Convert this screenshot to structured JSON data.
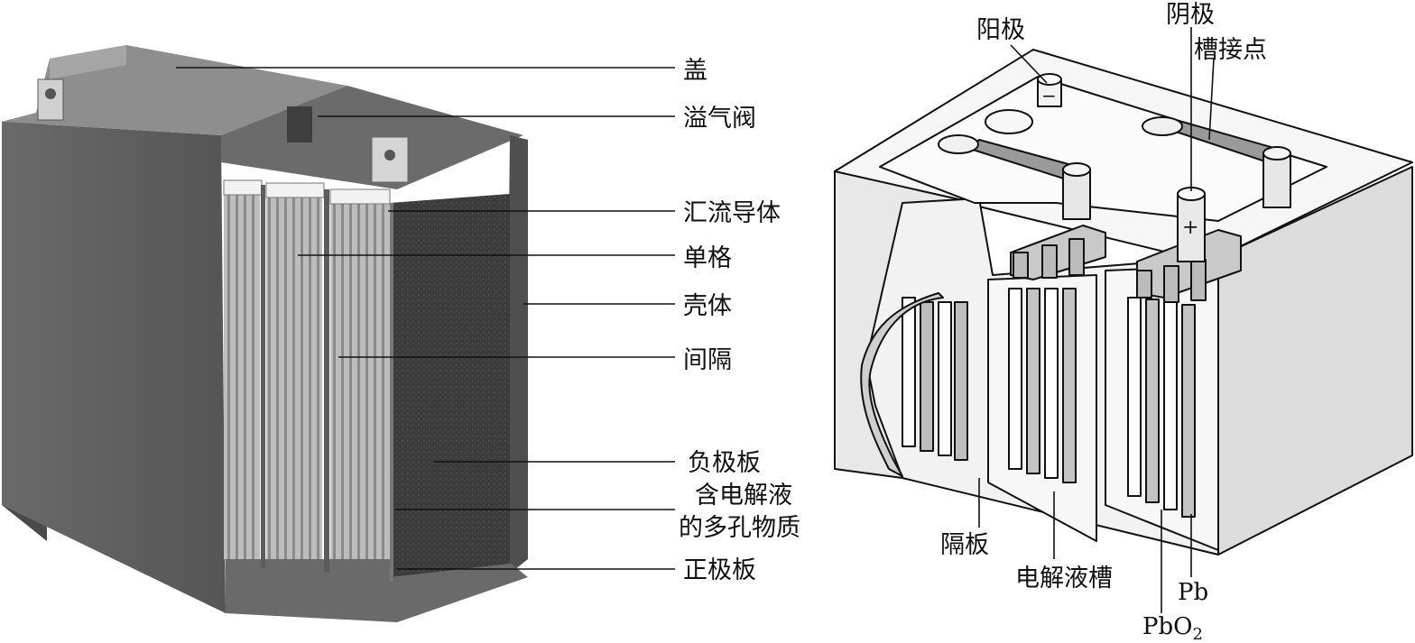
{
  "left_labels": {
    "cover": "盖",
    "relief_valve": "溢气阀",
    "bus_conductor": "汇流导体",
    "cell": "单格",
    "case": "壳体",
    "spacer": "间隔",
    "negative_plate": "负极板",
    "porous_line1": "含电解液",
    "porous_line2": "的多孔物质",
    "positive_plate": "正极板"
  },
  "right_labels": {
    "anode": "阳极",
    "cathode": "阴极",
    "cell_connector": "槽接点",
    "separator": "隔板",
    "electrolyte_cell": "电解液槽",
    "pb": "Pb",
    "pbo2_base": "PbO",
    "pbo2_sub": "2",
    "minus_sign": "−",
    "plus_sign": "+"
  },
  "colors": {
    "case_dark": "#5a5a5a",
    "case_mid": "#7d7d7d",
    "plate_light": "#b9b9b9",
    "cutaway_white": "#f4f4f4",
    "cutaway_grey": "#9a9a9a",
    "line": "#111111"
  }
}
